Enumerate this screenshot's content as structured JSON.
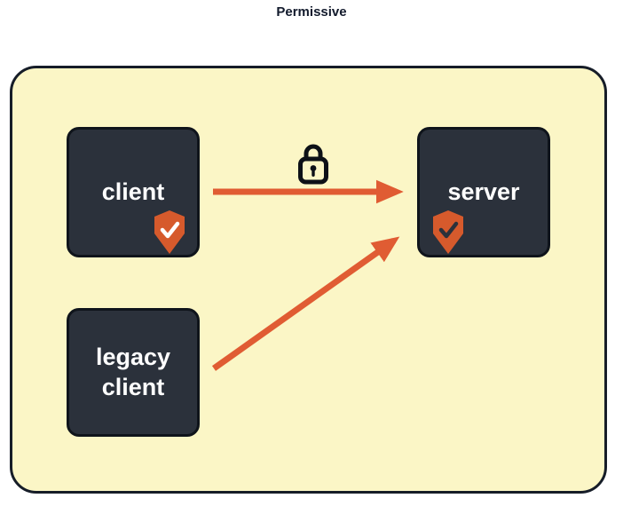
{
  "title": "Permissive",
  "nodes": [
    {
      "id": "client",
      "label": "client",
      "badge": "verified-shield-icon",
      "badge_position": "bottom-right",
      "badge_check_color": "#ffffff"
    },
    {
      "id": "server",
      "label": "server",
      "badge": "verified-shield-icon",
      "badge_position": "bottom-left",
      "badge_check_color": "#2b313b"
    },
    {
      "id": "legacy-client",
      "label": "legacy client",
      "badge": null
    }
  ],
  "edges": [
    {
      "from": "client",
      "to": "server",
      "direction": "right",
      "icon": "lock-icon"
    },
    {
      "from": "legacy-client",
      "to": "server",
      "direction": "up-right",
      "icon": null
    }
  ],
  "colors": {
    "page_background": "#ffffff",
    "boundary_fill": "#fbf6c6",
    "boundary_border": "#161d28",
    "node_fill": "#2b313b",
    "node_border": "#0f141b",
    "node_text": "#ffffff",
    "arrow": "#e05c33",
    "shield_fill": "#d65a2c",
    "shield_border": "#c14f24",
    "lock_stroke": "#0d1117",
    "title_text": "#121a2c"
  }
}
